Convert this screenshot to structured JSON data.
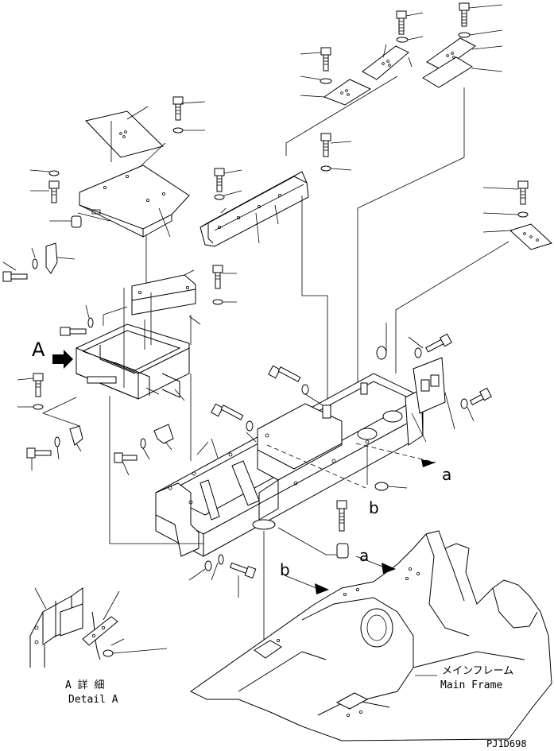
{
  "drawing_id": "PJ1D698",
  "callouts": {
    "view_A": "A",
    "arrow_a": "a",
    "arrow_b": "b",
    "frame_a": "a",
    "frame_b": "b"
  },
  "detail": {
    "jp": "A 詳 細",
    "en": "Detail A"
  },
  "main_frame": {
    "jp": "メインフレーム",
    "en": "Main Frame"
  }
}
